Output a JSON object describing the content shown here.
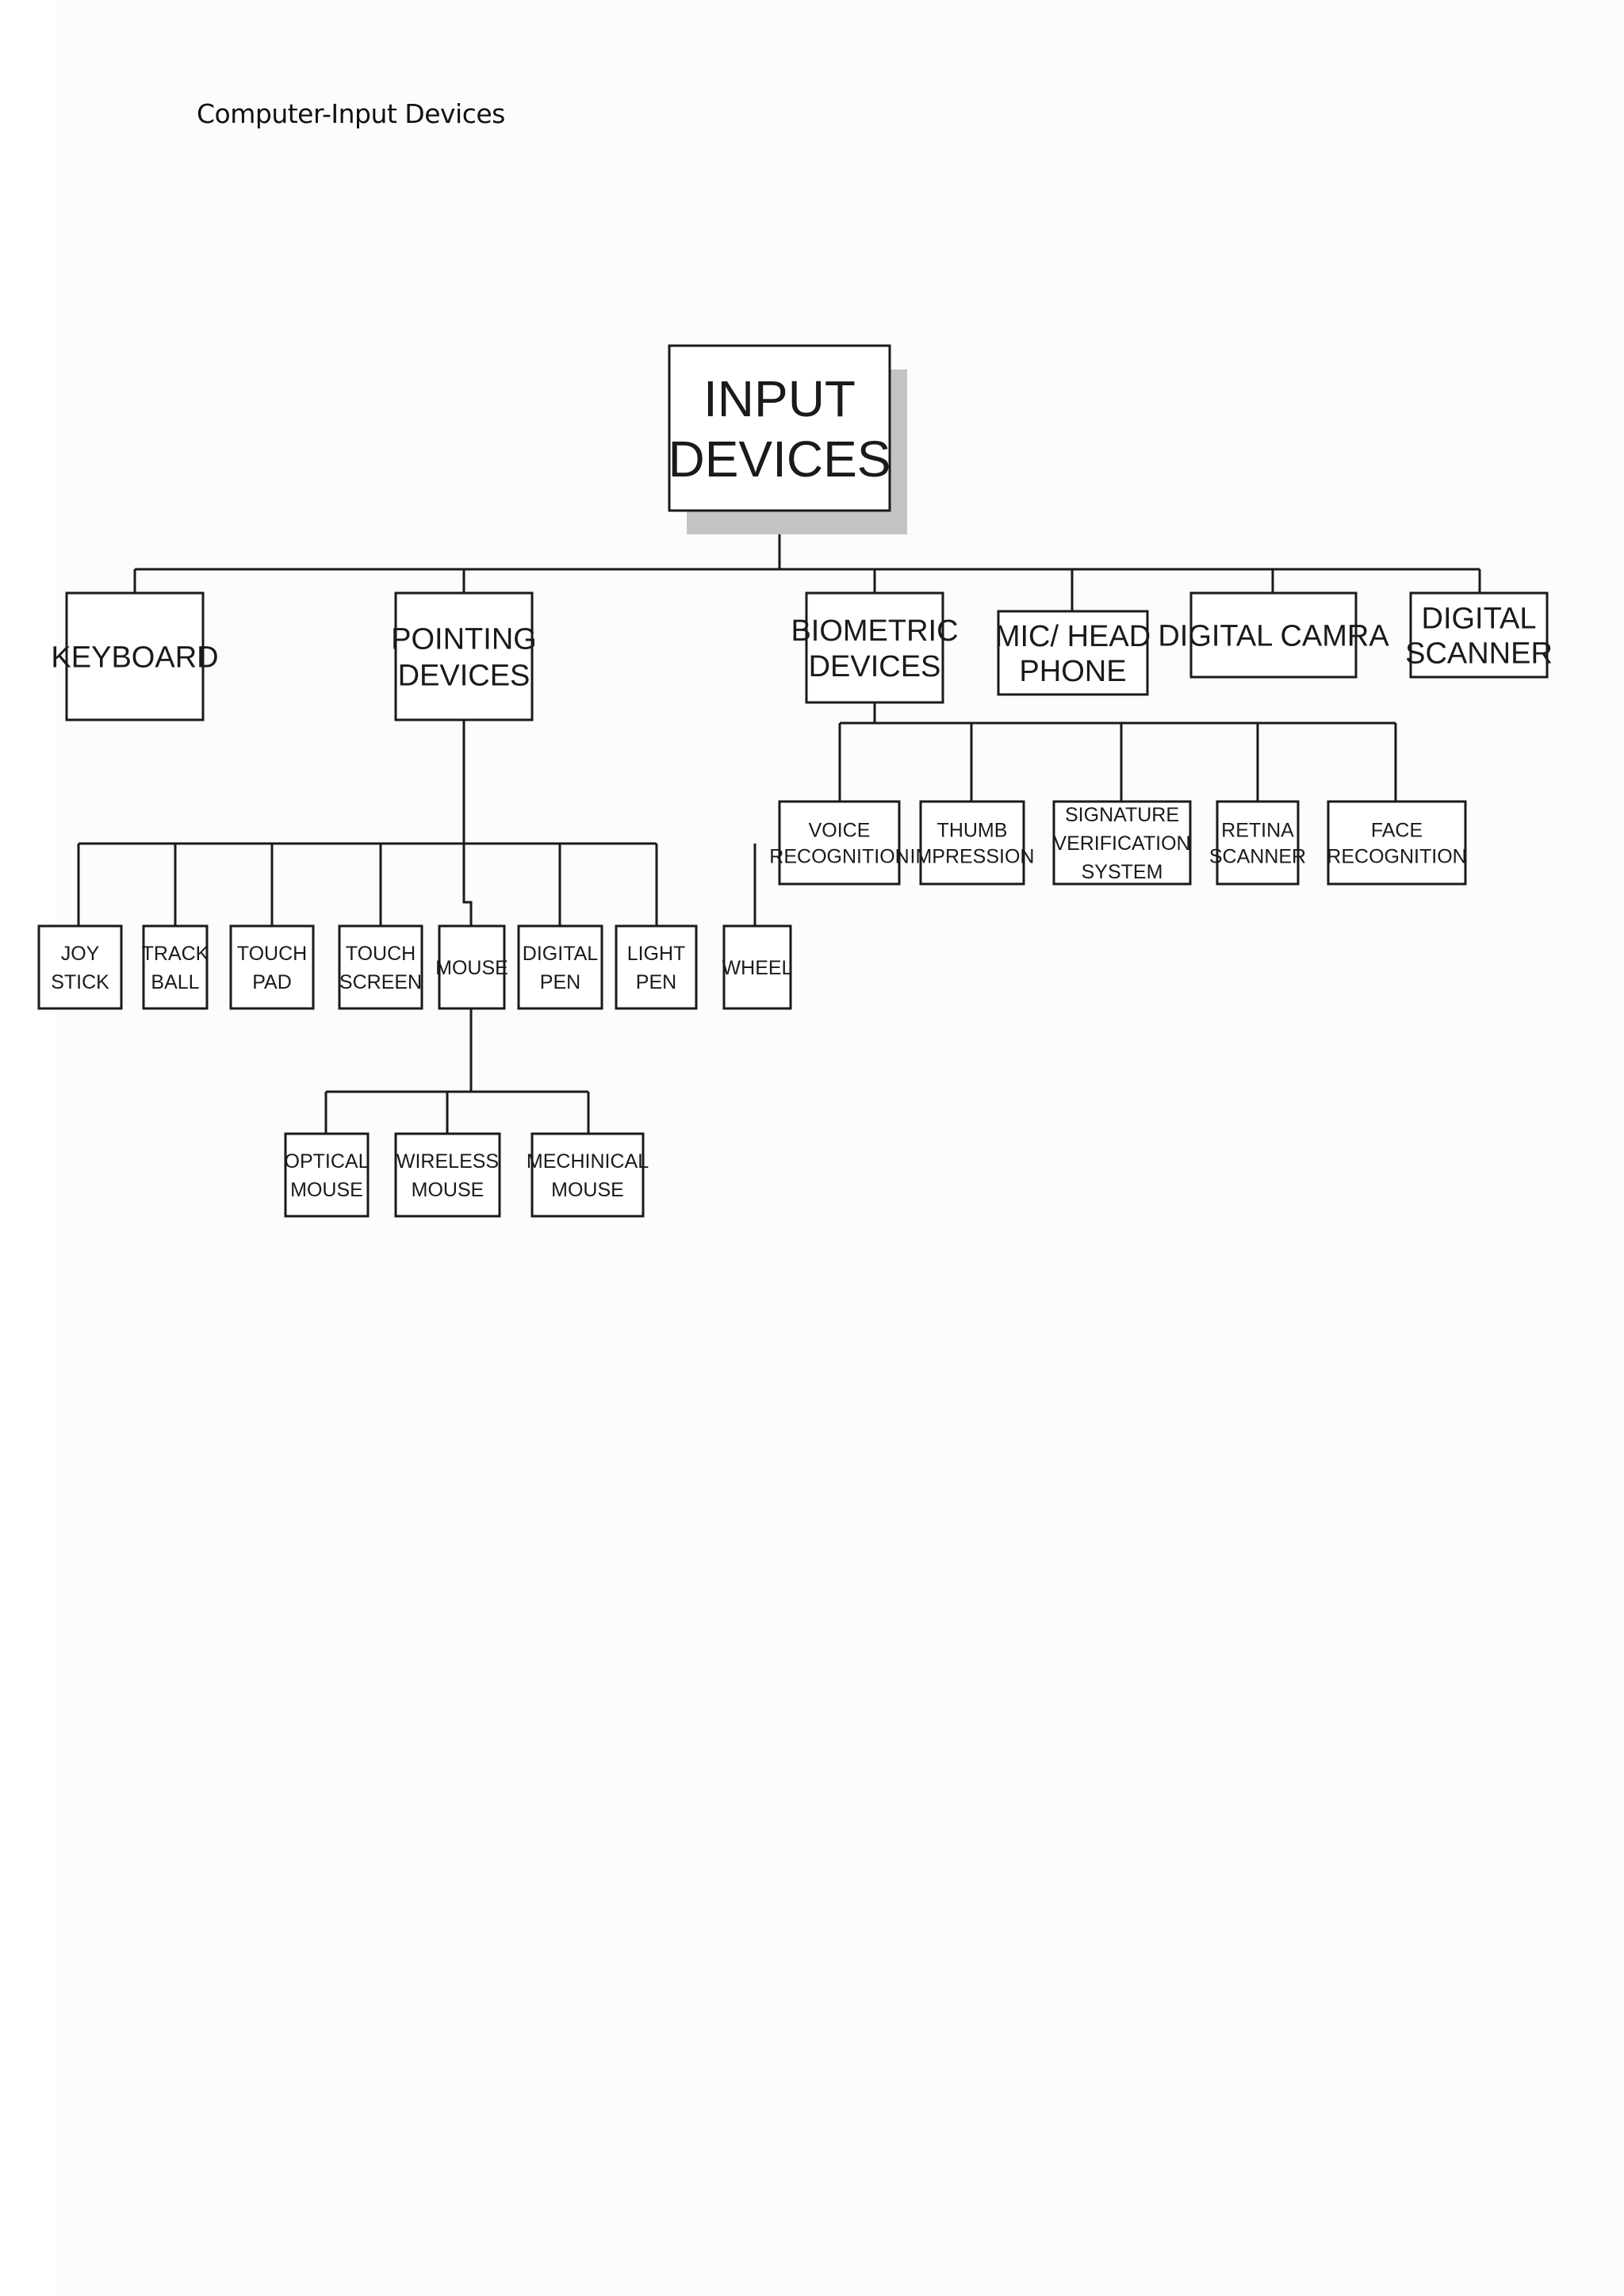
{
  "document": {
    "title": "Computer-Input Devices"
  },
  "diagram": {
    "root": {
      "label": [
        "INPUT",
        "DEVICES"
      ]
    },
    "level1": {
      "keyboard": [
        "KEYBOARD"
      ],
      "pointing": [
        "POINTING",
        "DEVICES"
      ],
      "biometric": [
        "BIOMETRIC",
        "DEVICES"
      ],
      "mic": [
        "MIC/ HEAD",
        "PHONE"
      ],
      "camera": [
        "DIGITAL CAMRA"
      ],
      "scanner": [
        "DIGITAL",
        "SCANNER"
      ]
    },
    "biometric_children": {
      "voice": [
        "VOICE",
        "RECOGNITION"
      ],
      "thumb": [
        "THUMB",
        "IMPRESSION"
      ],
      "signature": [
        "SIGNATURE",
        "VERIFICATION",
        "SYSTEM"
      ],
      "retina": [
        "RETINA",
        "SCANNER"
      ],
      "face": [
        "FACE",
        "RECOGNITION"
      ]
    },
    "pointing_children": {
      "joystick": [
        "JOY",
        "STICK"
      ],
      "trackball": [
        "TRACK",
        "BALL"
      ],
      "touchpad": [
        "TOUCH",
        "PAD"
      ],
      "touchscreen": [
        "TOUCH",
        "SCREEN"
      ],
      "mouse": [
        "MOUSE"
      ],
      "digitalpen": [
        "DIGITAL",
        "PEN"
      ],
      "lightpen": [
        "LIGHT",
        "PEN"
      ],
      "wheel": [
        "WHEEL"
      ]
    },
    "mouse_children": {
      "optical": [
        "OPTICAL",
        "MOUSE"
      ],
      "wireless": [
        "WIRELESS",
        "MOUSE"
      ],
      "mechanical": [
        "MECHINICAL",
        "MOUSE"
      ]
    }
  }
}
